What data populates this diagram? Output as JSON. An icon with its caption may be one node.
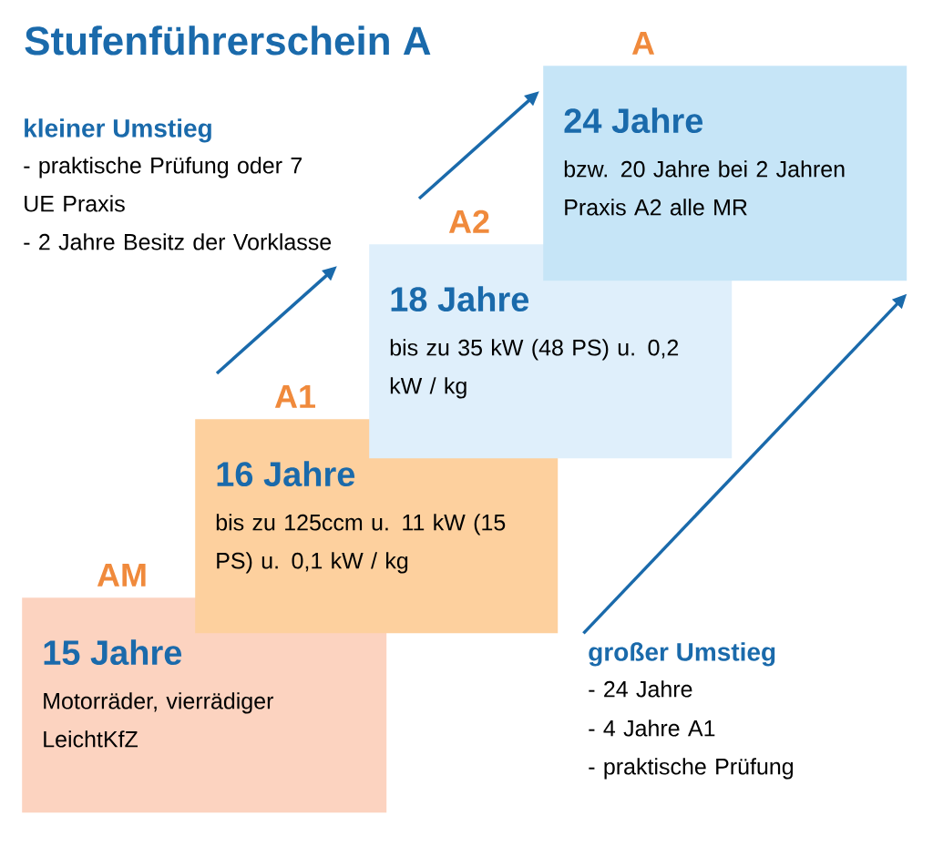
{
  "diagram": {
    "title": "Stufenführerschein A",
    "nodes": [
      {
        "text": [
          "AM",
          "15 Jahre",
          "Motorräder, vierrädiger LeichtKfZ"
        ]
      },
      {
        "text": [
          "A1",
          "16 Jahre",
          "bis zu 125ccm u. 11 kW (15 PS) u. 0,1 kW / kg"
        ]
      },
      {
        "text": [
          "A2",
          "18 Jahre",
          "bis zu 35 kW (48 PS) u. 0,2 kW / kg"
        ]
      },
      {
        "text": [
          "A",
          "24 Jahre",
          "bzw. 20 Jahre bei 2 Jahren Praxis A2 alle MR"
        ]
      }
    ],
    "edges": [
      {
        "from": 1,
        "to": 2,
        "arrow": "to"
      },
      {
        "from": 2,
        "to": 3,
        "arrow": "to"
      },
      {
        "from": 1,
        "to": 3,
        "arrow": "to"
      }
    ],
    "labels": [
      "kleiner Umstieg",
      "- praktische Prüfung oder 7 UE Praxis",
      "- 2 Jahre Besitz der Vorklasse",
      "großer Umstieg",
      "- 24 Jahre",
      "- 4 Jahre A1",
      "- praktische Prüfung"
    ]
  }
}
